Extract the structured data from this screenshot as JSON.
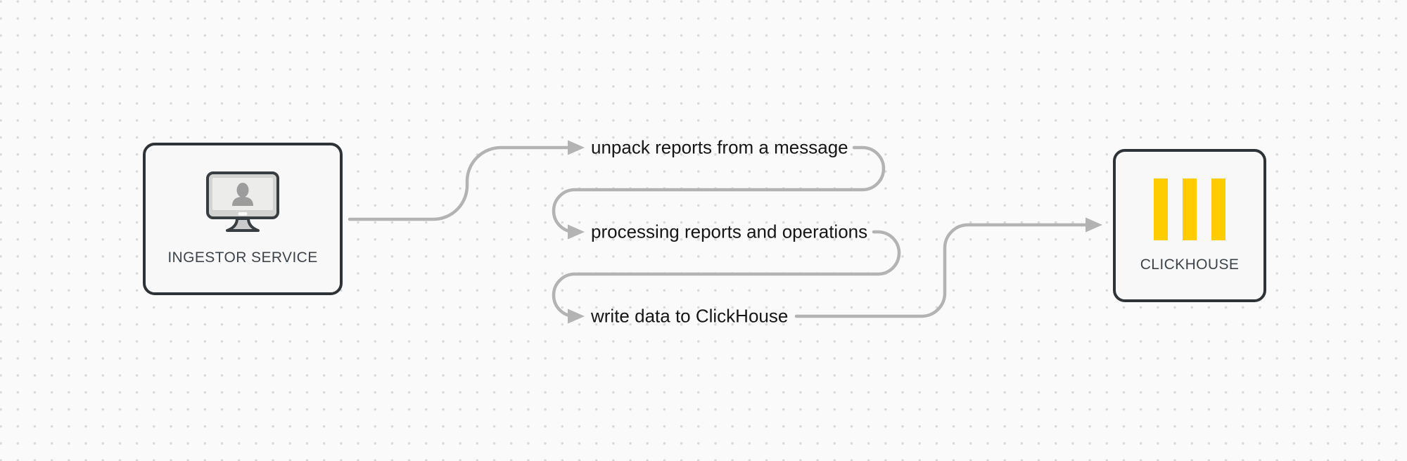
{
  "colors": {
    "background": "#fafafa",
    "dot": "#d9d9d9",
    "node-fill": "#f7f8f7",
    "node-border": "#2e3338",
    "wire": "#b3b3b3",
    "step-text": "#161616",
    "node-label": "#3e444b",
    "clickhouse-yellow": "#ffcc00"
  },
  "nodes": [
    {
      "id": "ingestor-service",
      "label": "INGESTOR SERVICE",
      "icon": "monitor-user-icon"
    },
    {
      "id": "clickhouse",
      "label": "CLICKHOUSE",
      "icon": "clickhouse-logo-icon"
    }
  ],
  "steps": [
    {
      "index": 1,
      "label": "unpack reports from a message"
    },
    {
      "index": 2,
      "label": "processing reports and operations"
    },
    {
      "index": 3,
      "label": "write data to ClickHouse"
    }
  ]
}
